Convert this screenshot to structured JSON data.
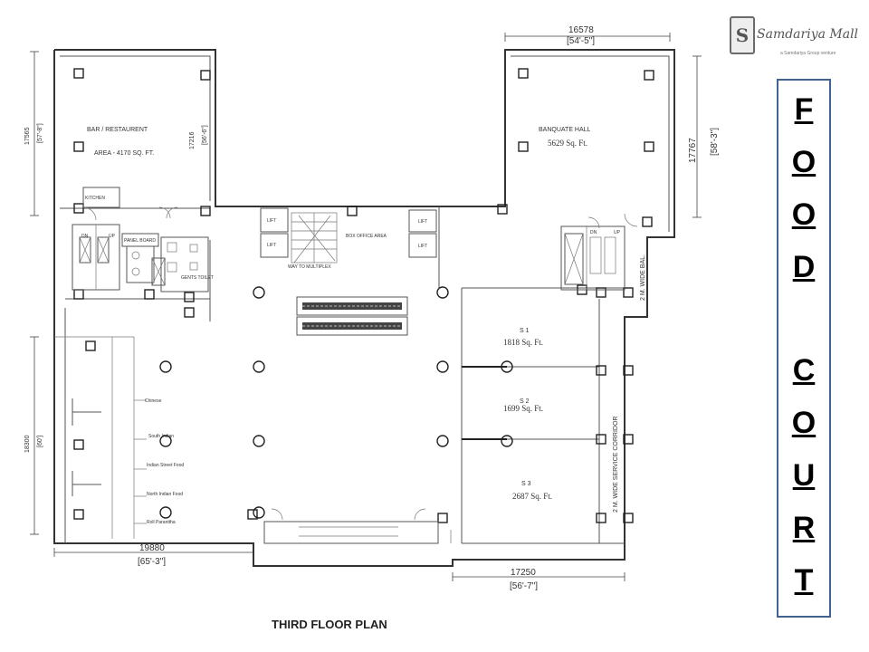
{
  "plan": {
    "title": "THIRD FLOOR PLAN",
    "rooms": {
      "bar_name": "BAR / RESTAURENT",
      "bar_area": "AREA - 4170 SQ. FT.",
      "kitchen": "KITCHEN",
      "banquet_name": "BANQUATE HALL",
      "banquet_area": "5629 Sq. Ft.",
      "lift": "LIFT",
      "box_office": "BOX OFFICE AREA",
      "way_multiplex": "WAY TO MULTIPLEX",
      "panel_board": "PANEL BOARD",
      "gents_toilet": "GENTS TOILET",
      "dn": "DN",
      "up": "UP",
      "wide_bal": "2 M. WIDE BAL.",
      "service_corridor": "2 M. WIDE SERVICE CORRIDOR"
    },
    "shops": [
      {
        "name": "S 1",
        "area": "1818 Sq. Ft."
      },
      {
        "name": "S 2",
        "area": "1699 Sq. Ft."
      },
      {
        "name": "S 3",
        "area": "2687 Sq. Ft."
      }
    ],
    "food_stalls": [
      "Chinese",
      "South Indian",
      "Indian Street Food",
      "North Indian Food",
      "Roll Paranttha"
    ],
    "dimensions": {
      "top_mm": "16578",
      "top_ft": "[54'-5\"]",
      "right_mm": "17767",
      "right_ft": "[58'-3\"]",
      "left_top_mm": "17565",
      "left_top_ft": "[57'-8\"]",
      "inner_mm": "17216",
      "inner_ft": "[56'-6\"]",
      "left_mid_mm": "18300",
      "left_mid_ft": "[60']",
      "bottom_left_mm": "19880",
      "bottom_left_ft": "[65'-3\"]",
      "bottom_right_mm": "17250",
      "bottom_right_ft": "[56'-7\"]"
    }
  },
  "logo": {
    "seal_letter": "S",
    "brand": "Samdariya Mall",
    "tagline": "a Samdariya Group venture"
  },
  "food_court": {
    "letters": [
      "F",
      "O",
      "O",
      "D",
      "C",
      "O",
      "U",
      "R",
      "T"
    ],
    "border_color": "#41638f"
  }
}
